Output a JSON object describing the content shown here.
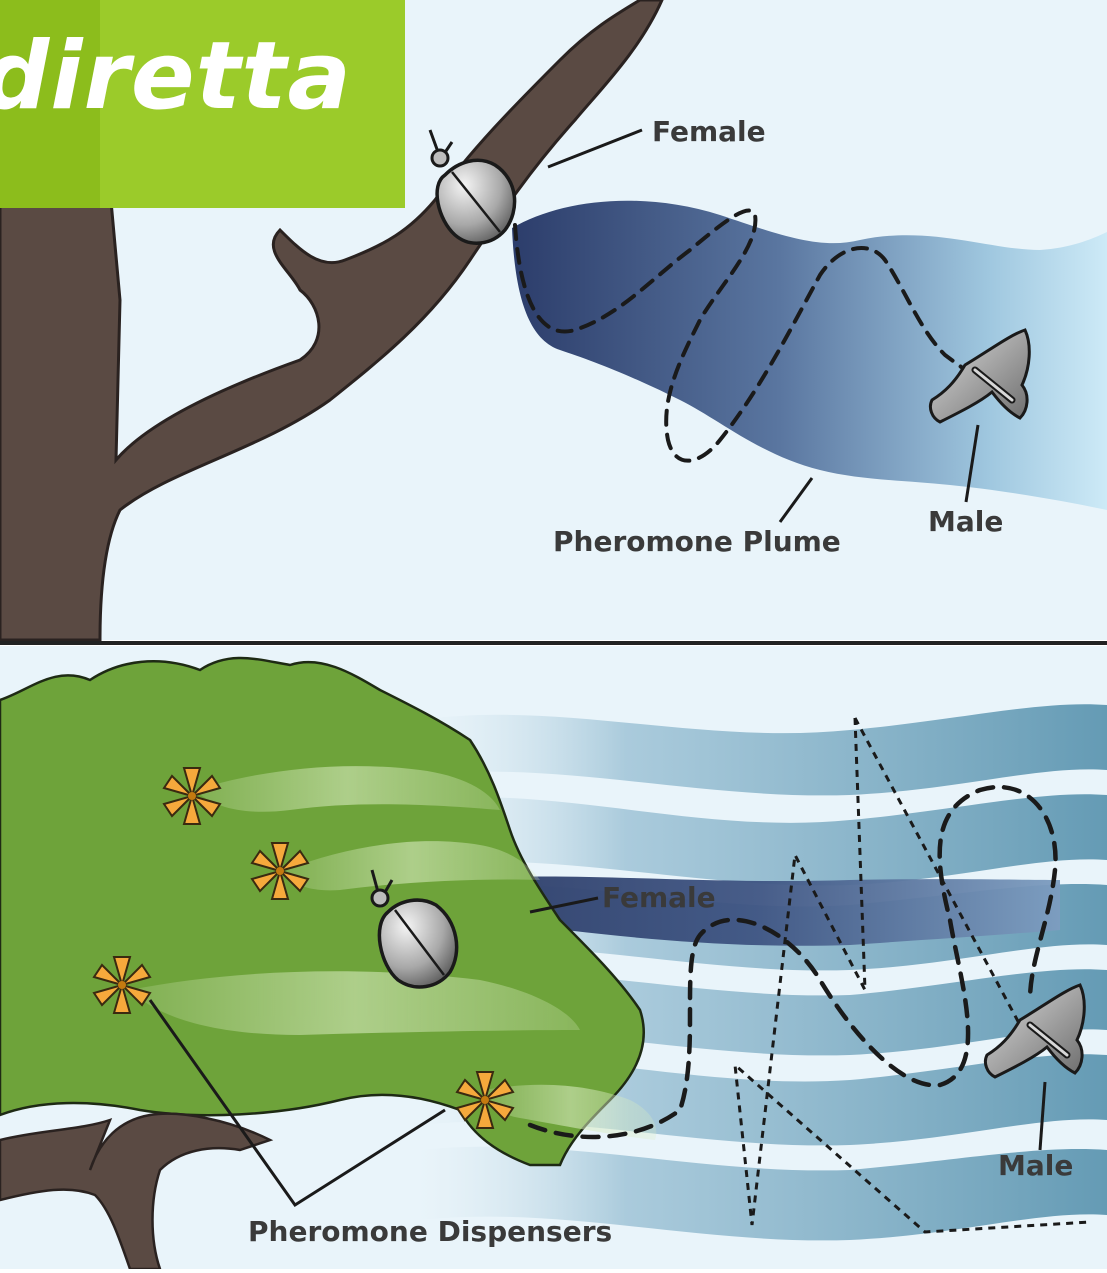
{
  "banner": {
    "text": "diretta",
    "color": "#9bcb2a"
  },
  "top_panel": {
    "female_label": "Female",
    "plume_label": "Pheromone Plume",
    "male_label": "Male"
  },
  "bottom_panel": {
    "female_label": "Female",
    "male_label": "Male",
    "dispensers_label": "Pheromone Dispensers"
  },
  "colors": {
    "sky": "#e9f4fa",
    "trunk": "#5a4a43",
    "canopy": "#6ea33a",
    "plume_dark": "#2e3f6b",
    "plume_light": "#bfe3f3",
    "dispenser": "#f6a93c"
  },
  "icons": [
    "female-moth-icon",
    "male-moth-icon",
    "dispenser-icon"
  ]
}
